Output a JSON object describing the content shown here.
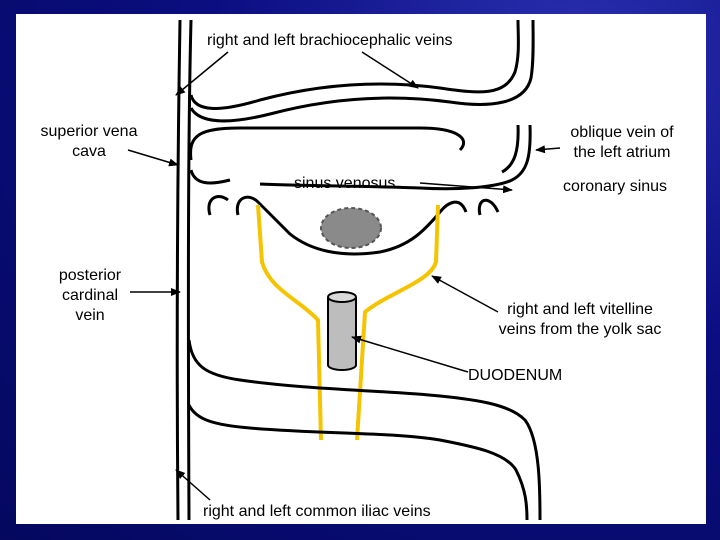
{
  "labels": {
    "brachiocephalic": "right and left brachiocephalic veins",
    "svc_line1": "superior vena",
    "svc_line2": "cava",
    "oblique_line1": "oblique vein of",
    "oblique_line2": "the left atrium",
    "sinus_venosus": "sinus venosus",
    "coronary_sinus": "coronary sinus",
    "posterior_line1": "posterior",
    "posterior_line2": "cardinal",
    "posterior_line3": "vein",
    "vitelline_line1": "right and left vitelline",
    "vitelline_line2": "veins from the yolk sac",
    "duodenum": "DUODENUM",
    "iliac": "right and left common iliac veins"
  },
  "colors": {
    "background": "#0a0e80",
    "panel": "#ffffff",
    "vein_outline": "#000000",
    "vitelline": "#f5c400",
    "duodenum_fill": "#bdbdbd",
    "yolk_mass": "#8a8a8a"
  }
}
